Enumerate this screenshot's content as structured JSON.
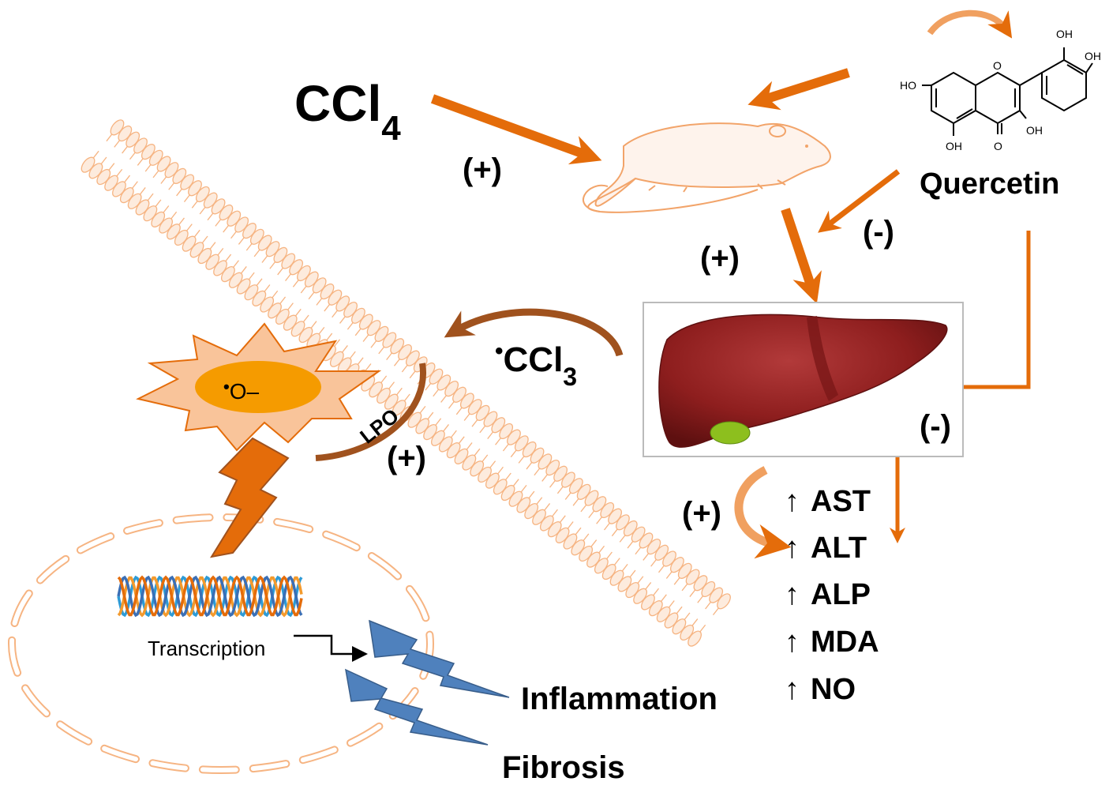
{
  "colors": {
    "orange": "#E46C0A",
    "light_orange": "#F6B482",
    "membrane_fill": "#FDEBDD",
    "liver": "#8E1E1E",
    "gallbladder": "#8DBF1E",
    "blue_bolt": "#4F81BD",
    "radical_fill": "#F59B00",
    "burst_fill": "#F9C49A",
    "rat_fill": "#FEF3EC",
    "brown_arrow": "#A0521E",
    "text": "#000000"
  },
  "labels": {
    "ccl4_main": "CCl",
    "ccl4_sub": "4",
    "quercetin": "Quercetin",
    "plus_ccl4": "(+)",
    "plus_liver": "(+)",
    "minus_top": "(-)",
    "minus_right": "(-)",
    "plus_lpo": "(+)",
    "plus_markers": "(+)",
    "ccl3_dot": "•",
    "ccl3_main": "CCl",
    "ccl3_sub": "3",
    "radical_dot": "•",
    "radical": "O–",
    "lpo": "LPO",
    "transcription": "Transcription",
    "inflammation": "Inflammation",
    "fibrosis": "Fibrosis"
  },
  "quercetin_structure": {
    "groups": [
      "OH",
      "OH",
      "HO",
      "O",
      "OH",
      "OH",
      "O"
    ]
  },
  "markers": [
    {
      "arrow": "↑",
      "name": "AST"
    },
    {
      "arrow": "↑",
      "name": "ALT"
    },
    {
      "arrow": "↑",
      "name": "ALP"
    },
    {
      "arrow": "↑",
      "name": "MDA"
    },
    {
      "arrow": "↑",
      "name": "NO"
    }
  ]
}
